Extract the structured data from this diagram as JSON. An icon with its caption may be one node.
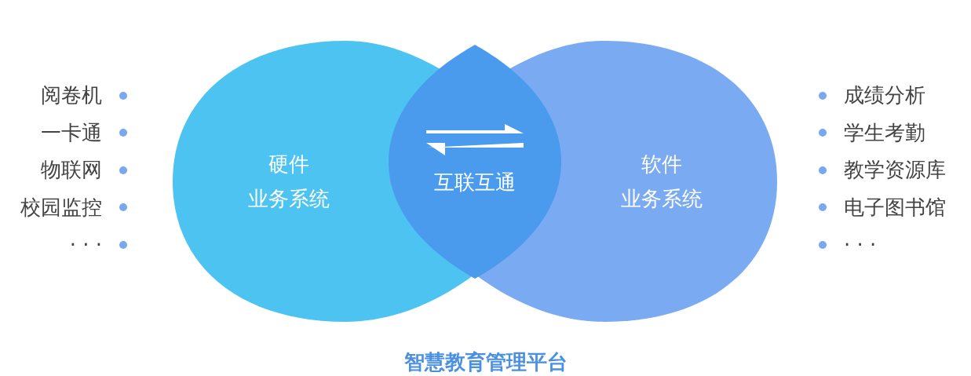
{
  "diagram": {
    "caption": "智慧教育管理平台",
    "nodes": [
      {
        "text": [
          "硬件",
          "业务系统"
        ]
      },
      {
        "text": [
          "软件",
          "业务系统"
        ]
      },
      {
        "text": [
          "互联互通"
        ]
      }
    ],
    "labels": [
      "阅卷机",
      "一卡通",
      "物联网",
      "校园监控",
      "· · ·",
      "成绩分析",
      "学生考勤",
      "教学资源库",
      "电子图书馆",
      "· · ·"
    ]
  }
}
